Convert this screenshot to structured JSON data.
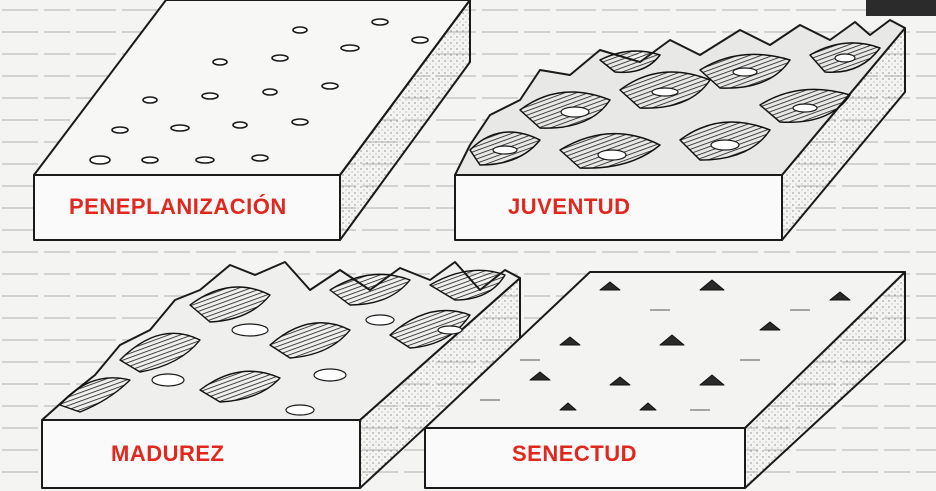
{
  "labels": {
    "top_left": "PENEPLANIZACIÓN",
    "top_right": "JUVENTUD",
    "bottom_left": "MADUREZ",
    "bottom_right": "SENECTUD"
  },
  "colors": {
    "label_red": "#e0281e",
    "ink": "#1a1a1a",
    "paper": "#f2f2f0"
  }
}
